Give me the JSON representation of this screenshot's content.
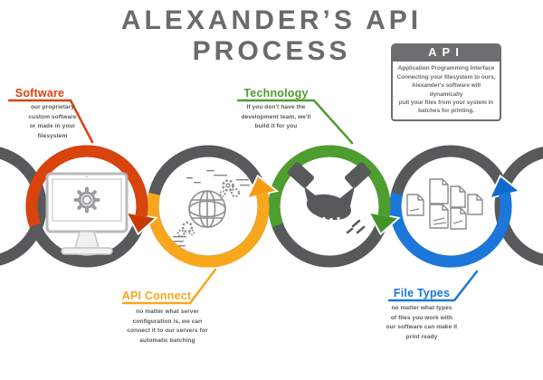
{
  "title": {
    "line1": "ALEXANDER’S API",
    "line2": "PROCESS"
  },
  "api_box": {
    "header": "API",
    "subtitle": "Application Programming Interface",
    "body": "Connecting your filesystem to ours,\nAlexander's software will dynamically\npull your files from your system in\nbatches for printing."
  },
  "steps": [
    {
      "label": "Software",
      "description": "our proprietary\ncustom software\nor made in your\nfilesystem",
      "color": "#d9430c",
      "arrow_color": "#c93a03",
      "icon": "monitor-gear-icon"
    },
    {
      "label": "API Connect",
      "description": "no matter what server\nconfiguration is, we can\nconnect it to our servers for\nautomatic batching",
      "color": "#f8a71d",
      "arrow_color": "#f49d12",
      "icon": "globe-gears-icon"
    },
    {
      "label": "Technology",
      "description": "If you don't have the\ndevelopment team, we'll\nbuild it for you",
      "color": "#4e9d2f",
      "arrow_color": "#459328",
      "icon": "handshake-icon"
    },
    {
      "label": "File Types",
      "description": "no matter what types\nof files you work with\nour software can make it\nprint ready",
      "color": "#1b77d9",
      "arrow_color": "#1069cd",
      "icon": "documents-icon"
    }
  ],
  "ribbon_color": "#58595b"
}
